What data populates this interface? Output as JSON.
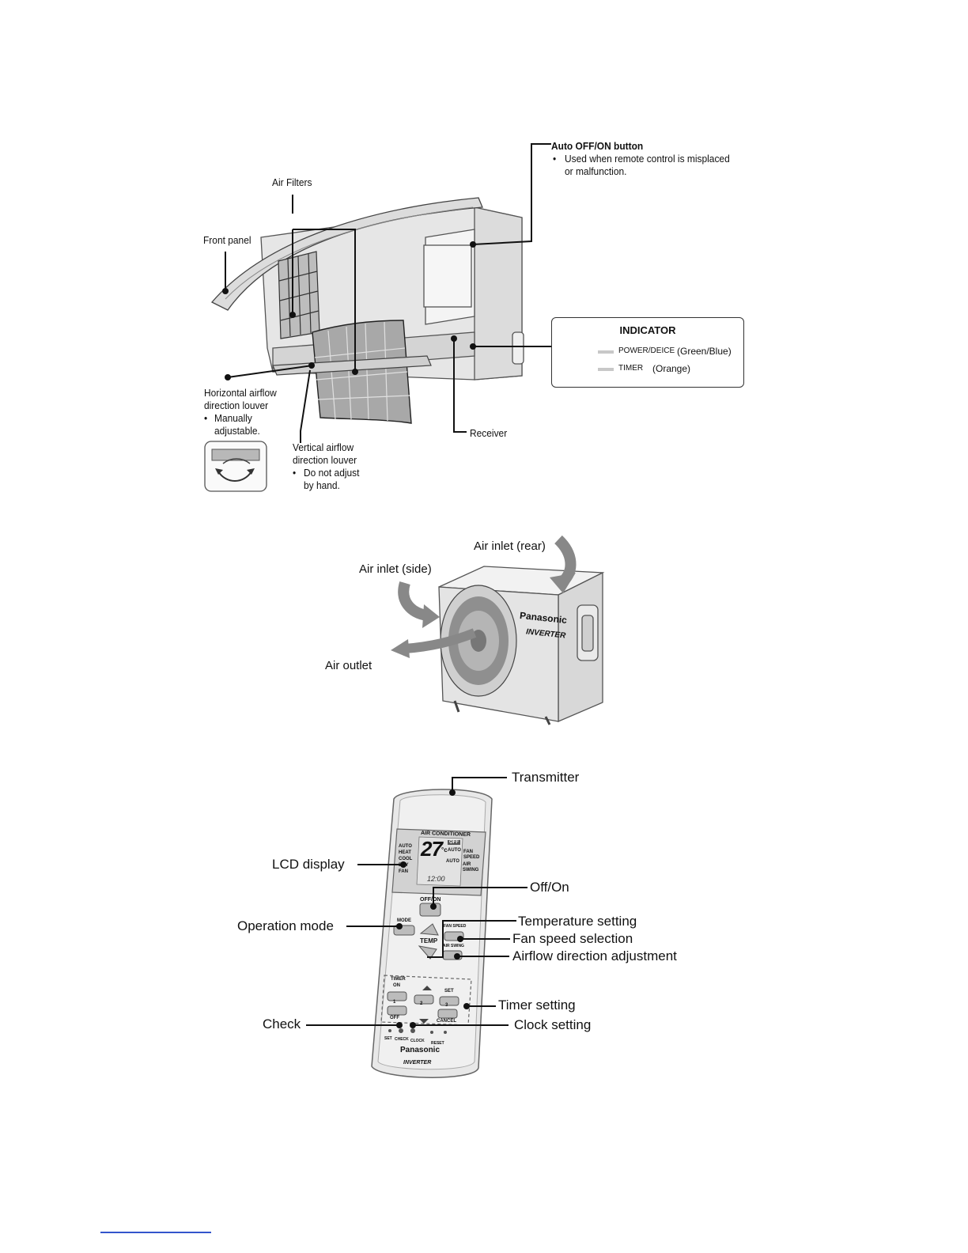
{
  "indoor": {
    "auto_button": {
      "title": "Auto OFF/ON button",
      "bullet": "•",
      "line1": "Used when remote control is misplaced",
      "line2": "or malfunction."
    },
    "air_filters": "Air Filters",
    "front_panel": "Front panel",
    "horizontal_louver": {
      "line1": "Horizontal airflow",
      "line2": "direction louver",
      "bullet": "•",
      "line3": "Manually",
      "line4": "adjustable."
    },
    "vertical_louver": {
      "line1": "Vertical airflow",
      "line2": "direction louver",
      "bullet": "•",
      "line3": "Do not adjust",
      "line4": "by hand."
    },
    "receiver": "Receiver",
    "indicator": {
      "title": "INDICATOR",
      "rows": [
        {
          "name": "POWER/DEICE",
          "color": "(Green/Blue)"
        },
        {
          "name": "TIMER",
          "color": "(Orange)"
        }
      ]
    }
  },
  "outdoor": {
    "inlet_rear": "Air inlet (rear)",
    "inlet_side": "Air inlet (side)",
    "outlet": "Air outlet",
    "brand": "Panasonic",
    "sub_brand": "INVERTER"
  },
  "remote": {
    "labels": {
      "transmitter": "Transmitter",
      "lcd": "LCD display",
      "offon": "Off/On",
      "operation_mode": "Operation mode",
      "temperature": "Temperature setting",
      "fan_speed": "Fan speed selection",
      "airflow": "Airflow direction adjustment",
      "timer": "Timer setting",
      "check": "Check",
      "clock": "Clock setting"
    },
    "body": {
      "air_conditioner": "AIR CONDITIONER",
      "modes": [
        "AUTO",
        "HEAT",
        "COOL",
        "DRY",
        "FAN"
      ],
      "temp_value": "27",
      "temp_unit": "°c",
      "off_badge": "OFF",
      "auto1": "AUTO",
      "auto2": "AUTO",
      "fan_speed_label": "FAN SPEED",
      "air_swing_label": "AIR SWING",
      "clock_value": "12:00",
      "offon_btn": "OFF/ON",
      "mode_btn": "MODE",
      "temp_btn": "TEMP",
      "fan_speed_btn": "FAN SPEED",
      "air_swing_btn": "AIR SWING",
      "timer": "TIMER",
      "on": "ON",
      "off": "OFF",
      "set": "SET",
      "cancel": "CANCEL",
      "n1": "1",
      "n2": "2",
      "n3": "3",
      "bottom_row": [
        "SET",
        "CHECK",
        "CLOCK",
        "RESET"
      ],
      "brand": "Panasonic",
      "sub_brand": "INVERTER"
    }
  }
}
